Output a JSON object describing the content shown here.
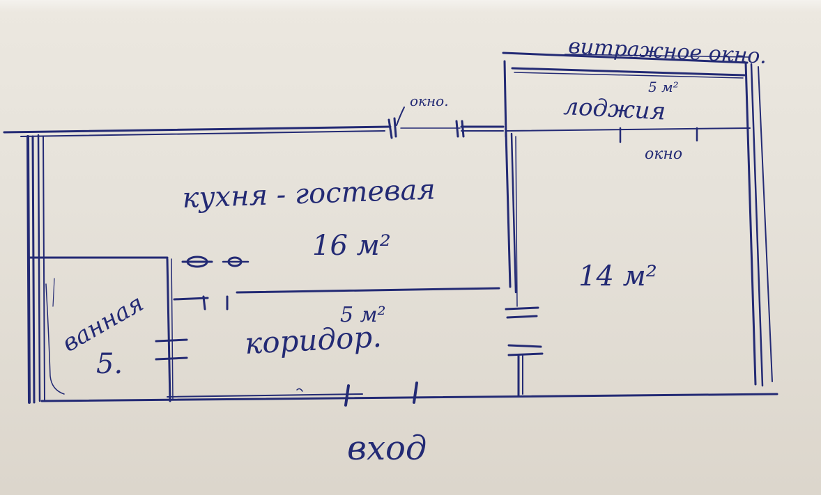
{
  "colors": {
    "ink": "#232a74",
    "paper": "#e8e4dc"
  },
  "labels": {
    "vitrine_window": "витражное окно.",
    "loggia": "лоджия",
    "loggia_area": "5 м²",
    "window_top": "окно.",
    "window_right": "окно",
    "kitchen": "кухня - гостевая",
    "kitchen_area": "16 м²",
    "room_area": "14 м²",
    "corridor_area": "5 м²",
    "corridor": "коридор.",
    "bathroom": "ванная",
    "bathroom_area": "5.",
    "entrance": "вход"
  }
}
